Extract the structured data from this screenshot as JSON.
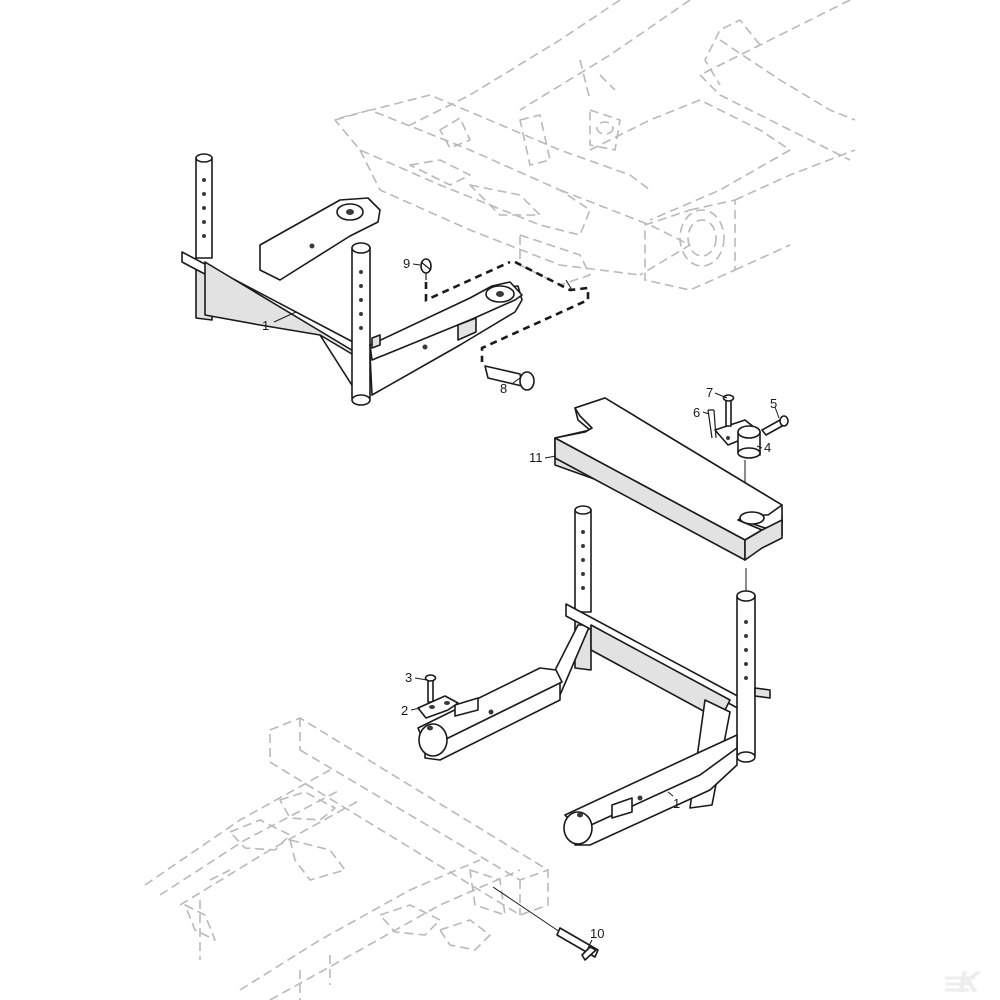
{
  "diagram": {
    "callouts": [
      {
        "id": "c1a",
        "text": "1"
      },
      {
        "id": "c1b",
        "text": "1"
      },
      {
        "id": "c2",
        "text": "2"
      },
      {
        "id": "c3",
        "text": "3"
      },
      {
        "id": "c4",
        "text": "4"
      },
      {
        "id": "c5",
        "text": "5"
      },
      {
        "id": "c6",
        "text": "6"
      },
      {
        "id": "c7",
        "text": "7"
      },
      {
        "id": "c8",
        "text": "8"
      },
      {
        "id": "c9",
        "text": "9"
      },
      {
        "id": "c10",
        "text": "10"
      },
      {
        "id": "c11",
        "text": "11"
      }
    ],
    "watermark": "K",
    "colors": {
      "line": "#1a1a1a",
      "ghost": "#b9b9b9",
      "background": "#ffffff"
    }
  }
}
